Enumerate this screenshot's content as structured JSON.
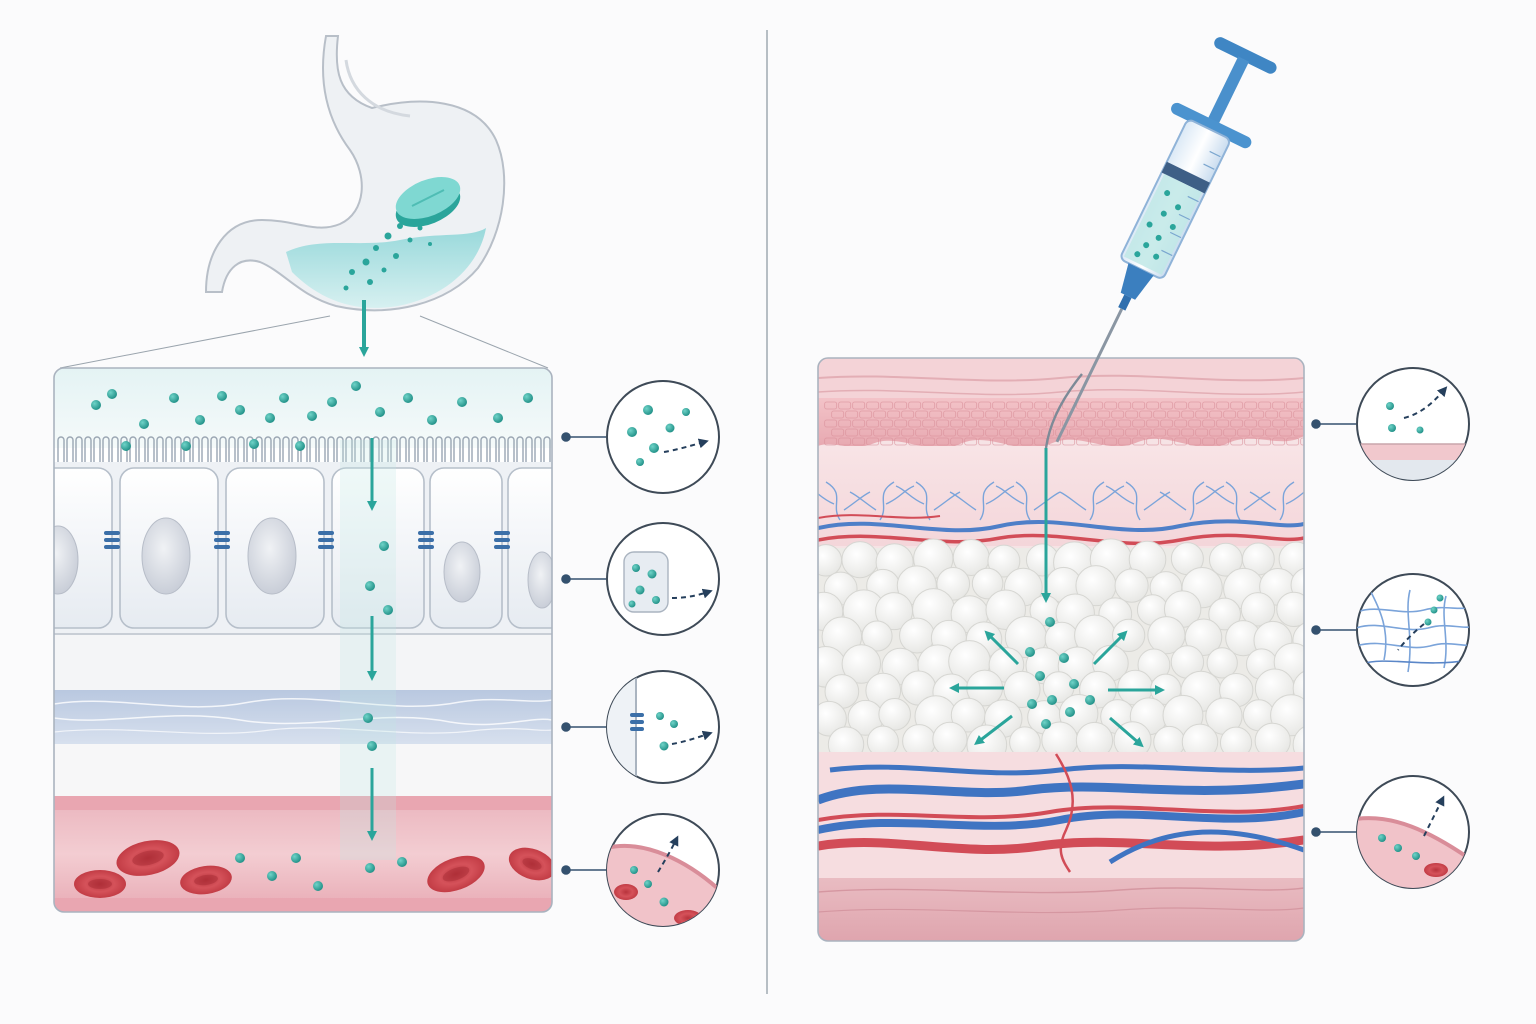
{
  "figure": {
    "panels": [
      {
        "id": "oral",
        "route": "oral-tablet",
        "layers": [
          "lumen",
          "epithelium",
          "lamina-propria",
          "basement-membrane",
          "connective-tissue",
          "blood-vessel"
        ],
        "insets": [
          "transcellular-uptake",
          "vesicle-transport",
          "paracellular-junction",
          "entry-into-blood"
        ]
      },
      {
        "id": "injection",
        "route": "subcutaneous-syringe",
        "layers": [
          "epidermis",
          "dermis",
          "capillary-plexus",
          "subcutaneous-fat",
          "deep-vessels",
          "muscle"
        ],
        "insets": [
          "skin-surface-diffusion",
          "capillary-network-uptake",
          "vessel-entry"
        ]
      }
    ]
  },
  "colors": {
    "drug": "#2aa59b",
    "arrow": "#2aa59b",
    "dashed_arrow": "#253f5c",
    "artery": "#d24c57",
    "vein": "#3f74c2",
    "skin": "#efbcc2",
    "fat": "#f1f1ef",
    "leader": "#34516e"
  }
}
